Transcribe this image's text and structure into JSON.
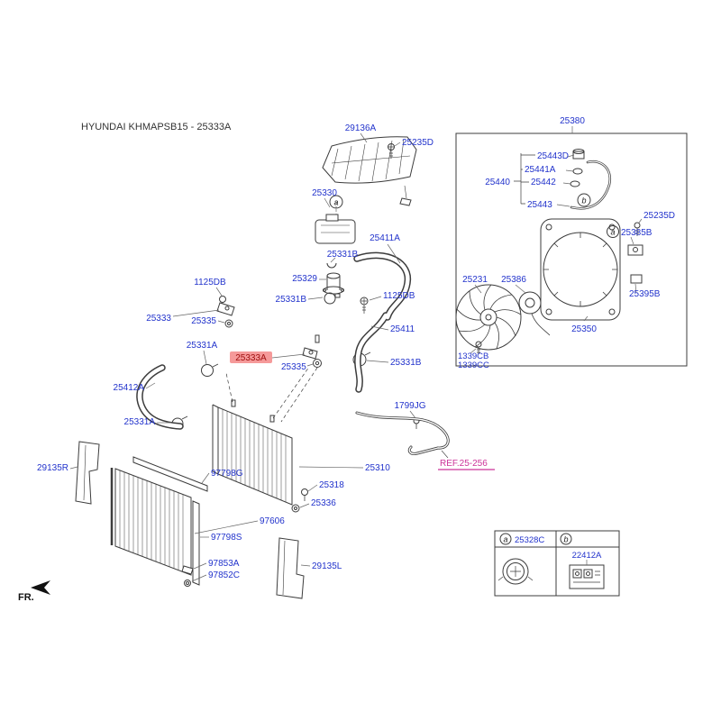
{
  "title": "HYUNDAI KHMAPSB15 - 25333A",
  "fr_label": "FR.",
  "ref_label": "REF.25-256",
  "colors": {
    "label": "#2233cc",
    "line": "#3c3c3c",
    "leader": "#666666",
    "highlight_bg": "#f59a9a",
    "highlight_border": "#d06060",
    "highlight_text": "#a01010",
    "ref": "#cc3399",
    "title": "#333333",
    "fr": "#111111"
  },
  "callouts": {
    "a": "a",
    "b": "b"
  },
  "highlight": {
    "part": "25333A"
  },
  "parts": {
    "air_guard": "29136A",
    "air_guard_screw": "25235D",
    "reservoir": "25330",
    "reservoir_clip": "25331B",
    "hose_upper": "25411A",
    "filler_neck": "25329",
    "filler_clamp": "25331B",
    "filler_bolt": "1125DB",
    "bracket_bolt": "1125DB",
    "bracket_upper": "25333",
    "insulator_upper": "25335",
    "clamp_upper": "25331A",
    "insulator_lower": "25335",
    "hose_clamp_right": "25331B",
    "hose_radiator_upper": "25411",
    "hose_radiator_lower": "25412A",
    "clamp_lower": "25331A",
    "oil_cooler_hose": "1799JG",
    "radiator": "25310",
    "drain_plug": "25318",
    "grommet": "25336",
    "air_seal_left": "29135R",
    "seal_strip_top": "97798G",
    "condenser": "97606",
    "seal_strip_side": "97798S",
    "condenser_bracket": "97853A",
    "condenser_nut": "97852C",
    "air_seal_right": "29135L",
    "fan_assembly": "25380",
    "reservoir_cap_sub": "25443D",
    "reservoir_ring_a": "25441A",
    "reservoir_sub": "25440",
    "reservoir_ring_b": "25442",
    "reservoir_hose": "25443",
    "fan_screw": "25235D",
    "motor_bracket": "25385B",
    "fan_blade": "25231",
    "fan_motor": "25386",
    "resistor": "25395B",
    "fan_shroud": "25350",
    "bolt_a": "1339CB",
    "bolt_b": "1339CC"
  },
  "legend": {
    "a_part": "25328C",
    "b_part": "22412A"
  }
}
